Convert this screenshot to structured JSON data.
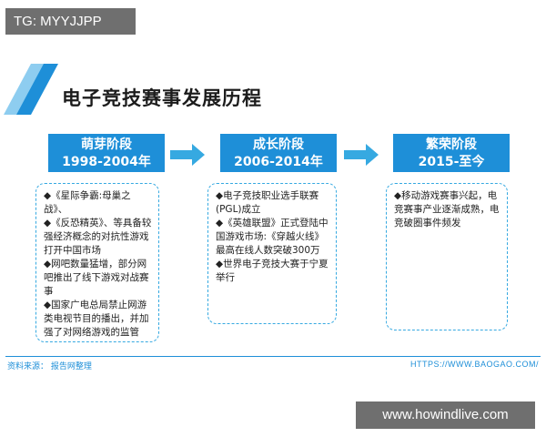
{
  "tg_label": "TG: MYYJJPP",
  "watermark": "www.howindlive.com",
  "title": "电子竞技赛事发展历程",
  "stages": [
    {
      "name": "萌芽阶段",
      "years": "1998-2004年",
      "items": [
        "◆《星际争霸:母巢之战》、",
        "◆《反恐精英》、等具备较强经济概念的对抗性游戏打开中国市场",
        "◆网吧数量猛增，部分网吧推出了线下游戏对战赛事",
        "◆国家广电总局禁止网游类电视节目的播出，并加强了对网络游戏的监管"
      ]
    },
    {
      "name": "成长阶段",
      "years": "2006-2014年",
      "items": [
        "◆电子竞技职业选手联赛(PGL)成立",
        "◆《英雄联盟》正式登陆中国游戏市场:《穿越火线》最高在线人数突破300万",
        "◆世界电子竞技大赛于宁夏举行"
      ]
    },
    {
      "name": "繁荣阶段",
      "years": "2015-至今",
      "items": [
        "◆移动游戏赛事兴起，电竞赛事产业逐渐成熟，电竞破圈事件频发"
      ]
    }
  ],
  "source": "资料来源： 报告网整理",
  "url": "HTTPS://WWW.BAOGAO.COM/",
  "colors": {
    "accent": "#1e8fd8",
    "arrow": "#36a9e1",
    "dash": "#36a9e1"
  }
}
